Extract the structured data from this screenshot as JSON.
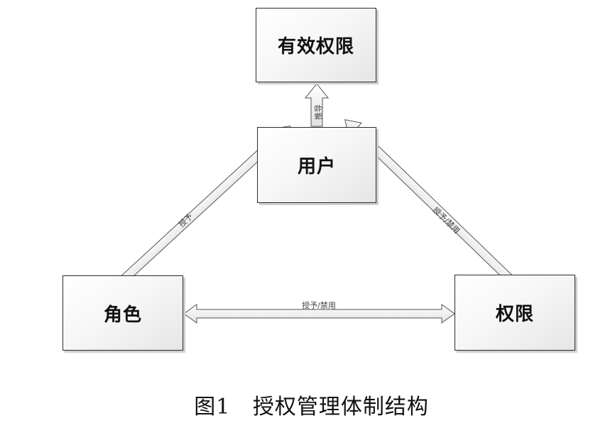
{
  "nodes": {
    "effective": "有效权限",
    "user": "用户",
    "role": "角色",
    "permission": "权限"
  },
  "edges": {
    "user_to_effective": "推导",
    "user_role": "授予",
    "user_permission": "授予/禁用",
    "role_permission": "授予/禁用"
  },
  "caption": {
    "figure": "图1",
    "title": "授权管理体制结构"
  }
}
